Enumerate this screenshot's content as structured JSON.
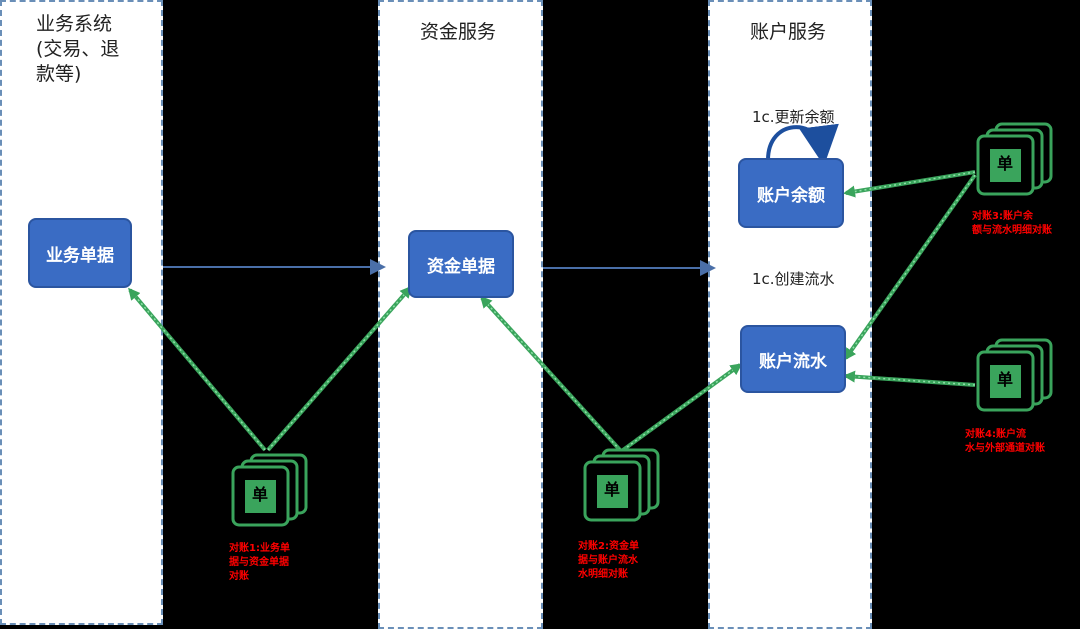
{
  "lanes": {
    "business": {
      "title_line1": "业务系统",
      "title_line2": "(交易、退",
      "title_line3": "款等)"
    },
    "fund": {
      "title": "资金服务"
    },
    "account": {
      "title": "账户服务"
    }
  },
  "boxes": {
    "business_doc": "业务单据",
    "fund_doc": "资金单据",
    "account_balance": "账户余额",
    "account_flow": "账户流水"
  },
  "steps": {
    "update_balance": "1c.更新余额",
    "create_flow": "1c.创建流水"
  },
  "checker_icon_glyph": "单",
  "notes": {
    "note1": [
      "对账1:业务单",
      "据与资金单据",
      "对账"
    ],
    "note2": [
      "对账2:资金单",
      "据与账户流水",
      "水明细对账"
    ],
    "note3": [
      "对账3:账户余",
      "额与流水明细对账"
    ],
    "note4": [
      "对账4:账户流",
      "水与外部通道对账"
    ]
  },
  "colors": {
    "box_fill": "#3a6cc4",
    "check_line": "#3aa45c",
    "flow_arrow": "#4a6fa8",
    "lane_border": "#6a8fb8",
    "note_text": "#ff0000"
  }
}
